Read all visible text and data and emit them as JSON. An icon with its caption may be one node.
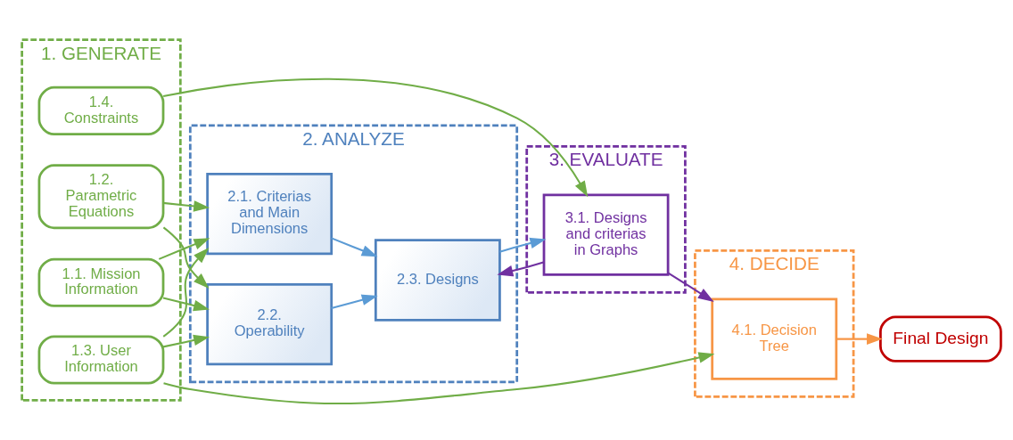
{
  "diagram": {
    "nodes": [
      {
        "text": [
          "1. GENERATE"
        ]
      },
      {
        "text": [
          "1.1. Mission Information"
        ],
        "in": 0
      },
      {
        "text": [
          "1.2. Parametric Equations"
        ],
        "in": 0
      },
      {
        "text": [
          "1.3. User Information"
        ],
        "in": 0
      },
      {
        "text": [
          "1.4. Constraints"
        ],
        "in": 0
      },
      {
        "text": [
          "2. ANALYZE"
        ]
      },
      {
        "text": [
          "2.1. Criterias and Main Dimensions"
        ],
        "in": 5
      },
      {
        "text": [
          "2.2. Operability"
        ],
        "in": 5
      },
      {
        "text": [
          "2.3. Designs"
        ],
        "in": 5
      },
      {
        "text": [
          "3. EVALUATE"
        ]
      },
      {
        "text": [
          "3.1. Designs and criterias in Graphs"
        ],
        "in": 9
      },
      {
        "text": [
          "4. DECIDE"
        ]
      },
      {
        "text": [
          "4.1. Decision Tree"
        ],
        "in": 11
      },
      {
        "text": [
          "Final Design"
        ]
      }
    ],
    "edges": [
      {
        "from": 1,
        "to": 6,
        "arrow": "to"
      },
      {
        "from": 2,
        "to": 6,
        "arrow": "to"
      },
      {
        "from": 1,
        "to": 7,
        "arrow": "to"
      },
      {
        "from": 2,
        "to": 7,
        "arrow": "to"
      },
      {
        "from": 3,
        "to": 6,
        "arrow": "to"
      },
      {
        "from": 3,
        "to": 7,
        "arrow": "to"
      },
      {
        "from": 3,
        "to": 12,
        "arrow": "to"
      },
      {
        "from": 4,
        "to": 10,
        "arrow": "to"
      },
      {
        "from": 6,
        "to": 8,
        "arrow": "to",
        "color": "#5b9bd5"
      },
      {
        "from": 7,
        "to": 8,
        "arrow": "to",
        "color": "#5b9bd5"
      },
      {
        "from": 8,
        "to": 10,
        "arrow": "to",
        "color": "#5b9bd5"
      },
      {
        "from": 10,
        "to": 8,
        "arrow": "to",
        "color": "#7030a0"
      },
      {
        "from": 10,
        "to": 12,
        "arrow": "to",
        "color": "#7030a0"
      },
      {
        "from": 12,
        "to": 13,
        "arrow": "to",
        "color": "#f79646"
      }
    ]
  }
}
